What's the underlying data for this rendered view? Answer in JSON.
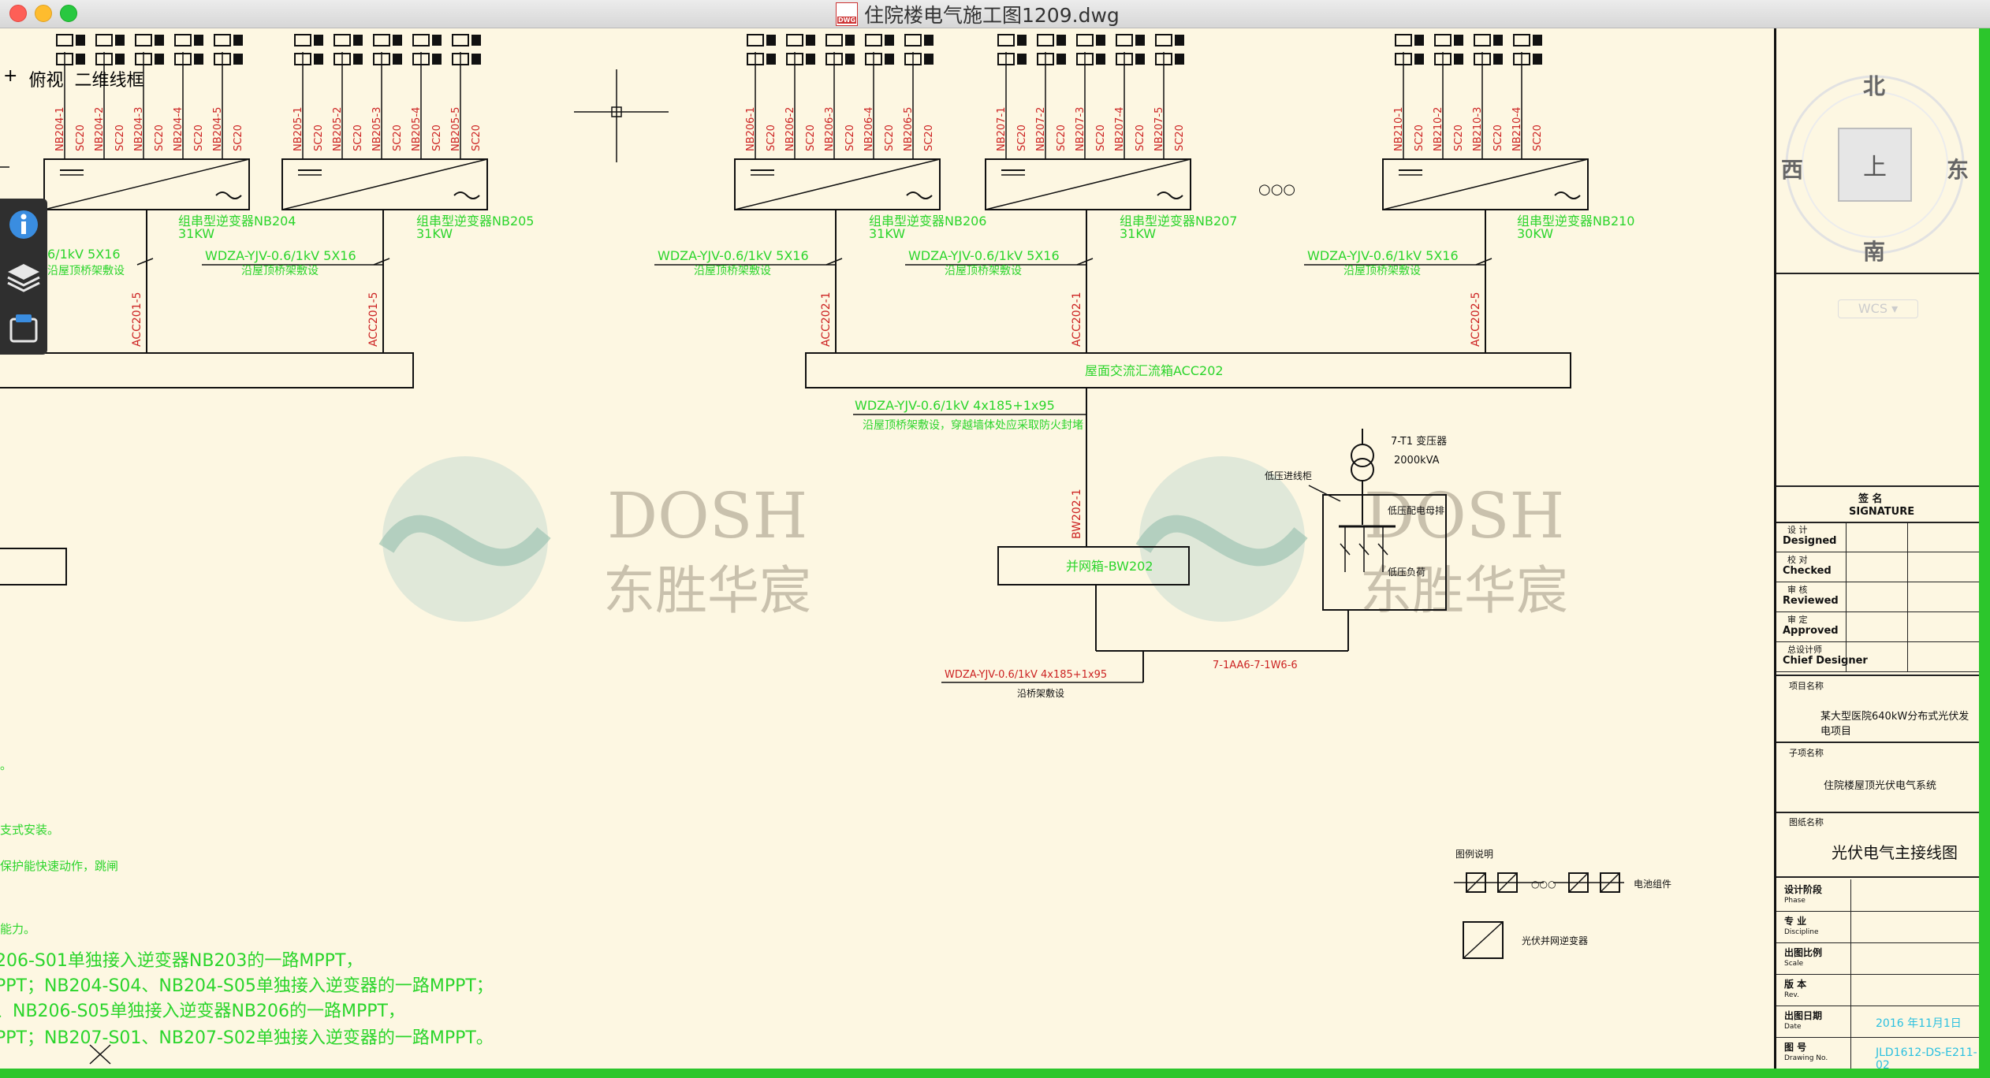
{
  "window": {
    "title": "住院楼电气施工图1209.dwg",
    "file_badge": "DWG"
  },
  "view_menu": {
    "plus": "+",
    "view_label": "俯视",
    "style_label": "二维线框"
  },
  "tools": [
    {
      "name": "info-icon"
    },
    {
      "name": "layers-icon"
    },
    {
      "name": "layouts-icon"
    }
  ],
  "compass": {
    "north": "北",
    "south": "南",
    "east": "东",
    "west": "西",
    "top_button": "上",
    "wcs": "WCS ▾"
  },
  "inverters": [
    {
      "label": "组串型逆变器NB204",
      "power": "31KW",
      "circuits": [
        "NB204-1",
        "NB204-2",
        "NB204-3",
        "NB204-4",
        "NB204-5"
      ]
    },
    {
      "label": "组串型逆变器NB205",
      "power": "31KW",
      "circuits": [
        "NB205-1",
        "NB205-2",
        "NB205-3",
        "NB205-4",
        "NB205-5"
      ]
    },
    {
      "label": "组串型逆变器NB206",
      "power": "31KW",
      "circuits": [
        "NB206-1",
        "NB206-2",
        "NB206-3",
        "NB206-4",
        "NB206-5"
      ]
    },
    {
      "label": "组串型逆变器NB207",
      "power": "31KW",
      "circuits": [
        "NB207-1",
        "NB207-2",
        "NB207-3",
        "NB207-4",
        "NB207-5"
      ]
    },
    {
      "label": "组串型逆变器NB210",
      "power": "30KW",
      "circuits": [
        "NB210-1",
        "NB210-2",
        "NB210-3",
        "NB210-4"
      ]
    }
  ],
  "conduit": "SC20",
  "cable_spec": "WDZA-YJV-0.6/1kV  5X16",
  "cable_spec_partial": "6/1kV  5X16",
  "cable_laying": "沿屋顶桥架敷设",
  "feeders": [
    "ACC201-5",
    "ACC201-5",
    "ACC202-1",
    "ACC202-1",
    "ACC202-5"
  ],
  "dots": "○○○",
  "combiner_box": "屋面交流汇流箱ACC202",
  "main_cable": "WDZA-YJV-0.6/1kV  4x185+1x95",
  "main_cable_note": "沿屋顶桥架敷设，穿越墙体处应采取防火封堵",
  "grid_box_feeder": "BW202-1",
  "grid_box": "并网箱-BW202",
  "transformer": {
    "name": "7-T1 变压器",
    "capacity": "2000kVA"
  },
  "meter_label": "低压进线柜",
  "busbar_label": "低压配电母排",
  "breaker_label": "低压负荷",
  "low_cable": "WDZA-YJV-0.6/1kV  4x185+1x95",
  "low_cable_note": "沿桥架敷设",
  "cabinet_ref": "7-1AA6-7-1W6-6",
  "watermark": {
    "en": "DOSH",
    "cn": "东胜华宸"
  },
  "legend": {
    "title": "图例说明",
    "modules_label": "电池组件",
    "inverter_label": "光伏并网逆变器"
  },
  "notes": [
    "。",
    "支式安装。",
    "保护能快速动作，跳闸",
    "能力。",
    "206-S01单独接入逆变器NB203的一路MPPT，",
    "PPT；NB204-S04、NB204-S05单独接入逆变器的一路MPPT；",
    "、NB206-S05单独接入逆变器NB206的一路MPPT，",
    "PPT；NB207-S01、NB207-S02单独接入逆变器的一路MPPT。"
  ],
  "title_block": {
    "signature_head": "签 名",
    "signature_en": "SIGNATURE",
    "rows": [
      {
        "cn": "设 计",
        "en": "Designed"
      },
      {
        "cn": "校 对",
        "en": "Checked"
      },
      {
        "cn": "审 核",
        "en": "Reviewed"
      },
      {
        "cn": "审 定",
        "en": "Approved"
      },
      {
        "cn": "总设计师",
        "en": "Chief Designer"
      }
    ],
    "project_label": "项目名称",
    "project_name": "某大型医院640kW分布式光伏发电项目",
    "sub_label": "子项名称",
    "sub_name": "住院楼屋顶光伏电气系统",
    "drawing_label": "图纸名称",
    "drawing_name": "光伏电气主接线图",
    "meta": [
      {
        "cn": "设计阶段",
        "en": "Phase",
        "value": ""
      },
      {
        "cn": "专 业",
        "en": "Discipline",
        "value": ""
      },
      {
        "cn": "出图比例",
        "en": "Scale",
        "value": ""
      },
      {
        "cn": "版 本",
        "en": "Rev.",
        "value": ""
      },
      {
        "cn": "出图日期",
        "en": "Date",
        "value": "2016 年11月1日"
      },
      {
        "cn": "图 号",
        "en": "Drawing No.",
        "value": "JLD1612-DS-E211-02"
      }
    ]
  },
  "colors": {
    "green": "#2bd52b",
    "red": "#c22",
    "black": "#111",
    "paper": "#fdf7e2"
  }
}
